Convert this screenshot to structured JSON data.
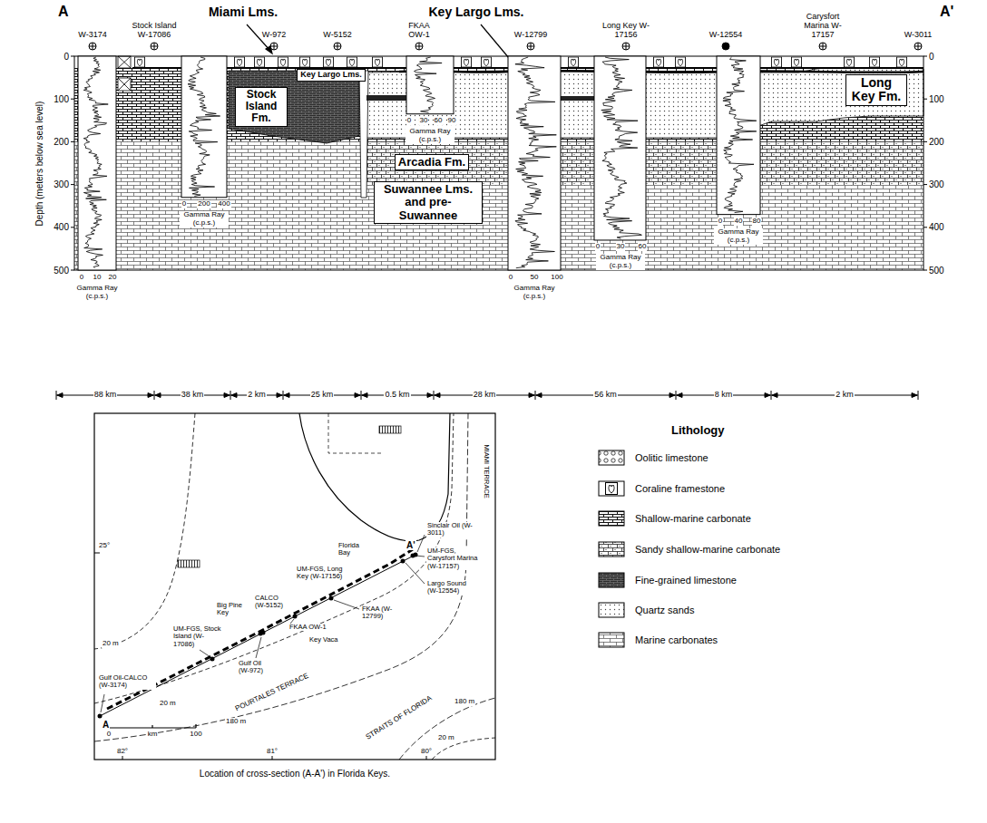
{
  "diagram": {
    "caption": "Location of cross-section (A-A') in Florida Keys.",
    "nodes": [
      {
        "text": [
          "Key Largo Lms."
        ]
      },
      {
        "text": [
          "Stock Island Fm."
        ]
      },
      {
        "text": [
          "Arcadia Fm."
        ]
      },
      {
        "text": [
          "Suwannee Lms. and pre-Suwannee"
        ]
      },
      {
        "text": [
          "Long Key Fm."
        ]
      }
    ],
    "labels": [
      "A",
      "A'",
      "Miami Lms.",
      "Key Largo Lms.",
      "W-3174",
      "Stock Island W-17086",
      "W-972",
      "W-5152",
      "FKAA OW-1",
      "W-12799",
      "Long Key W-17156",
      "W-12554",
      "Carysfort Marina W-17157",
      "W-3011",
      "Depth (meters below sea level)",
      "0",
      "100",
      "200",
      "300",
      "400",
      "500",
      "0",
      "100",
      "200",
      "300",
      "400",
      "500",
      "0",
      "10",
      "20",
      "Gamma Ray (c.p.s.)",
      "0",
      "200",
      "400",
      "Gamma Ray (c.p.s.)",
      "0",
      "30",
      "60",
      "90",
      "Gamma Ray (c.p.s.)",
      "0",
      "50",
      "100",
      "Gamma Ray (c.p.s.)",
      "0",
      "30",
      "60",
      "Gamma Ray (c.p.s.)",
      "0",
      "40",
      "80",
      "Gamma Ray (c.p.s.)",
      "88 km",
      "38 km",
      "2 km",
      "25 km",
      "0.5 km",
      "28 km",
      "56 km",
      "8 km",
      "2 km",
      "MIAMI TERRACE",
      "Sinclair Oil (W-3011)",
      "A'",
      "UM-FGS, Carysfort Marina (W-17157)",
      "Largo Sound (W-12554)",
      "Florida Bay",
      "25°",
      "Big Pine Key",
      "CALCO (W-5152)",
      "UM-FGS, Long Key (W-17156)",
      "FKAA OW-1",
      "FKAA (W-12799)",
      "UM-FGS, Stock Island (W-17086)",
      "Key Vaca",
      "20 m",
      "Gulf Oil-CALCO (W-3174)",
      "A",
      "20 m",
      "180 m",
      "POURTALES TERRACE",
      "Gulf Oil (W-972)",
      "STRAITS OF FLORIDA",
      "180 m",
      "20 m",
      "0",
      "km",
      "100",
      "82°",
      "81°",
      "80°",
      "Lithology"
    ],
    "legend": [
      {
        "text": "Oolitic limestone"
      },
      {
        "text": "Coraline framestone"
      },
      {
        "text": "Shallow-marine carbonate"
      },
      {
        "text": "Sandy shallow-marine carbonate"
      },
      {
        "text": "Fine-grained limestone"
      },
      {
        "text": "Quartz sands"
      },
      {
        "text": "Marine carbonates"
      }
    ]
  }
}
